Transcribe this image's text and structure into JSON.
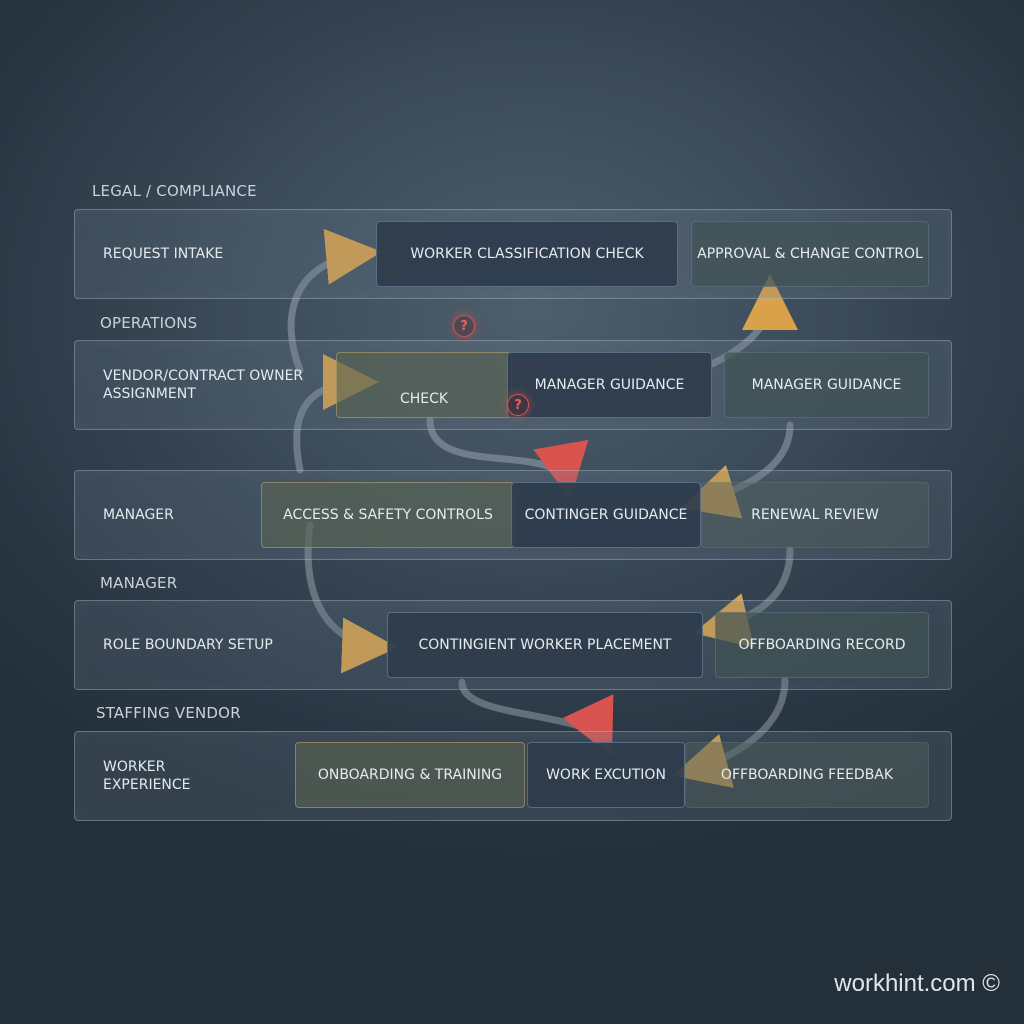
{
  "sections": {
    "legal": "LEGAL / COMPLIANCE",
    "operations": "OPERATIONS",
    "manager": "MANAGER",
    "staffing": "STAFFING VENDOR"
  },
  "lanes": {
    "lane1": {
      "label": "REQUEST INTAKE",
      "box1": "WORKER CLASSIFICATION CHECK",
      "box2": "APPROVAL & CHANGE CONTROL"
    },
    "lane2": {
      "label": "VENDOR/CONTRACT OWNER\nASSIGNMENT",
      "box1": "CHECK",
      "box2": "MANAGER GUIDANCE",
      "box3": "MANAGER GUIDANCE"
    },
    "lane3": {
      "label": "MANAGER",
      "box1": "ACCESS & SAFETY CONTROLS",
      "box2": "CONTINGER GUIDANCE",
      "box3": "RENEWAL REVIEW"
    },
    "lane4": {
      "label": "ROLE BOUNDARY SETUP",
      "box1": "CONTINGIENT WORKER PLACEMENT",
      "box2": "OFFBOARDING RECORD"
    },
    "lane5": {
      "label": "WORKER\nEXPERIENCE",
      "box1": "ONBOARDING & TRAINING",
      "box2": "WORK EXCUTION",
      "box3": "OFFBOARDING FEEDBAK"
    }
  },
  "markers": {
    "question": "?"
  },
  "watermark": "workhint.com ©",
  "colors": {
    "arrow_head": "#d9a24a",
    "alert": "#d9534f"
  }
}
